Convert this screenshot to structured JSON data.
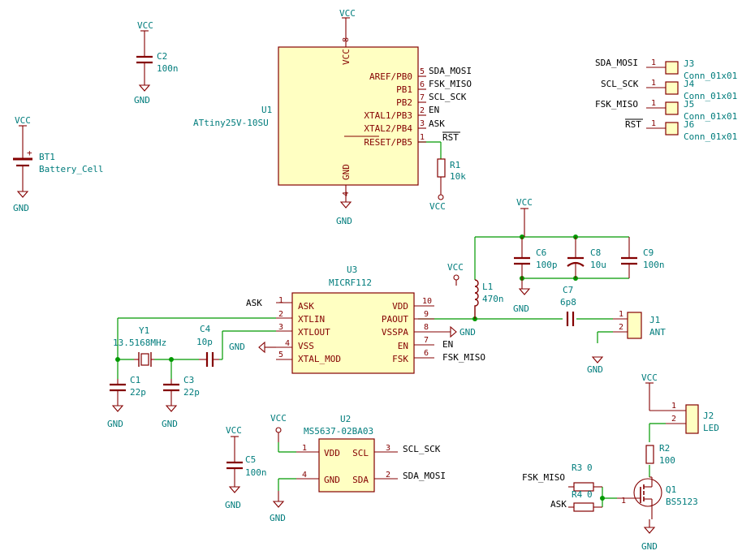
{
  "power": {
    "vcc": "VCC",
    "gnd": "GND"
  },
  "u1": {
    "ref": "U1",
    "value": "ATtiny25V-10SU",
    "pin_vcc": "VCC",
    "pin_gnd": "GND",
    "pins": [
      "AREF/PB0",
      "PB1",
      "PB2",
      "XTAL1/PB3",
      "XTAL2/PB4",
      "RESET/PB5"
    ],
    "pin_numbers": [
      "5",
      "6",
      "7",
      "2",
      "3",
      "1"
    ],
    "top_pin": "8",
    "bottom_pin": "4"
  },
  "u3": {
    "ref": "U3",
    "value": "MICRF112",
    "left_pins": [
      "ASK",
      "XTLIN",
      "XTLOUT",
      "VSS",
      "XTAL_MOD"
    ],
    "left_numbers": [
      "1",
      "2",
      "3",
      "4",
      "5"
    ],
    "right_pins": [
      "VDD",
      "PAOUT",
      "VSSPA",
      "EN",
      "FSK"
    ],
    "right_numbers": [
      "10",
      "9",
      "8",
      "7",
      "6"
    ]
  },
  "u2": {
    "ref": "U2",
    "value": "MS5637-02BA03",
    "pins": [
      "VDD",
      "SCL",
      "GND",
      "SDA"
    ],
    "pin_numbers": [
      "1",
      "3",
      "4",
      "2"
    ]
  },
  "c2": {
    "ref": "C2",
    "value": "100n"
  },
  "bt1": {
    "ref": "BT1",
    "value": "Battery_Cell",
    "plus": "+"
  },
  "r1": {
    "ref": "R1",
    "value": "10k"
  },
  "c6": {
    "ref": "C6",
    "value": "100p"
  },
  "c8": {
    "ref": "C8",
    "value": "10u"
  },
  "c9": {
    "ref": "C9",
    "value": "100n"
  },
  "l1": {
    "ref": "L1",
    "value": "470n"
  },
  "c7": {
    "ref": "C7",
    "value": "6p8"
  },
  "y1": {
    "ref": "Y1",
    "value": "13.5168MHz"
  },
  "c4": {
    "ref": "C4",
    "value": "10p"
  },
  "c1": {
    "ref": "C1",
    "value": "22p"
  },
  "c3": {
    "ref": "C3",
    "value": "22p"
  },
  "c5": {
    "ref": "C5",
    "value": "100n"
  },
  "j1": {
    "ref": "J1",
    "value": "ANT"
  },
  "j2": {
    "ref": "J2",
    "value": "LED"
  },
  "j3": {
    "ref": "J3",
    "value": "Conn_01x01"
  },
  "j4": {
    "ref": "J4",
    "value": "Conn_01x01"
  },
  "j5": {
    "ref": "J5",
    "value": "Conn_01x01"
  },
  "j6": {
    "ref": "J6",
    "value": "Conn_01x01"
  },
  "r2": {
    "ref": "R2",
    "value": "100"
  },
  "r3": {
    "ref": "R3",
    "value": "0"
  },
  "r4": {
    "ref": "R4",
    "value": "0"
  },
  "q1": {
    "ref": "Q1",
    "value": "BS5123"
  },
  "nets": {
    "sda_mosi": "SDA_MOSI",
    "fsk_miso": "FSK_MISO",
    "scl_sck": "SCL_SCK",
    "en": "EN",
    "ask": "ASK",
    "rst": "RST"
  }
}
